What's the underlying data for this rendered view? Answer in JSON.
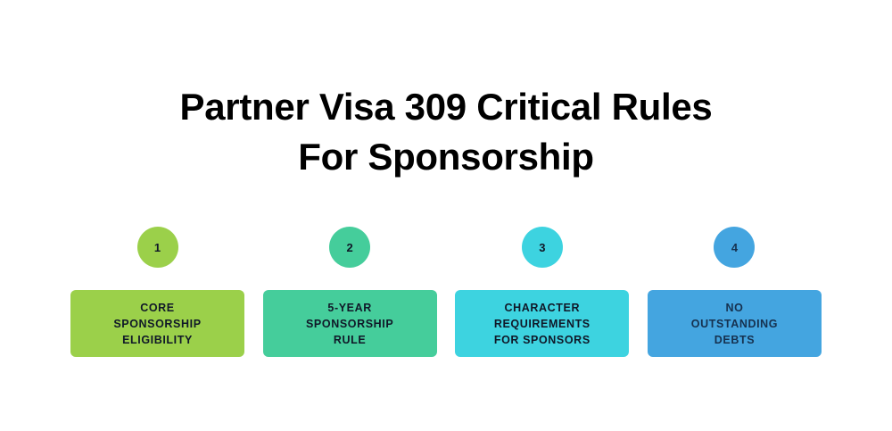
{
  "background_color": "#ffffff",
  "title": {
    "line1": "Partner Visa 309 Critical Rules",
    "line2": "For Sponsorship",
    "color": "#000000"
  },
  "steps": [
    {
      "number": "1",
      "label": "CORE\nSPONSORSHIP\nELIGIBILITY",
      "color": "#9BD04A",
      "text_color": "#101828"
    },
    {
      "number": "2",
      "label": "5-YEAR\nSPONSORSHIP\nRULE",
      "color": "#45CD9B",
      "text_color": "#101828"
    },
    {
      "number": "3",
      "label": "CHARACTER\nREQUIREMENTS\nFOR SPONSORS",
      "color": "#3DD3E0",
      "text_color": "#101828"
    },
    {
      "number": "4",
      "label": "NO\nOUTSTANDING\nDEBTS",
      "color": "#44A5E0",
      "text_color": "#16314F"
    }
  ]
}
